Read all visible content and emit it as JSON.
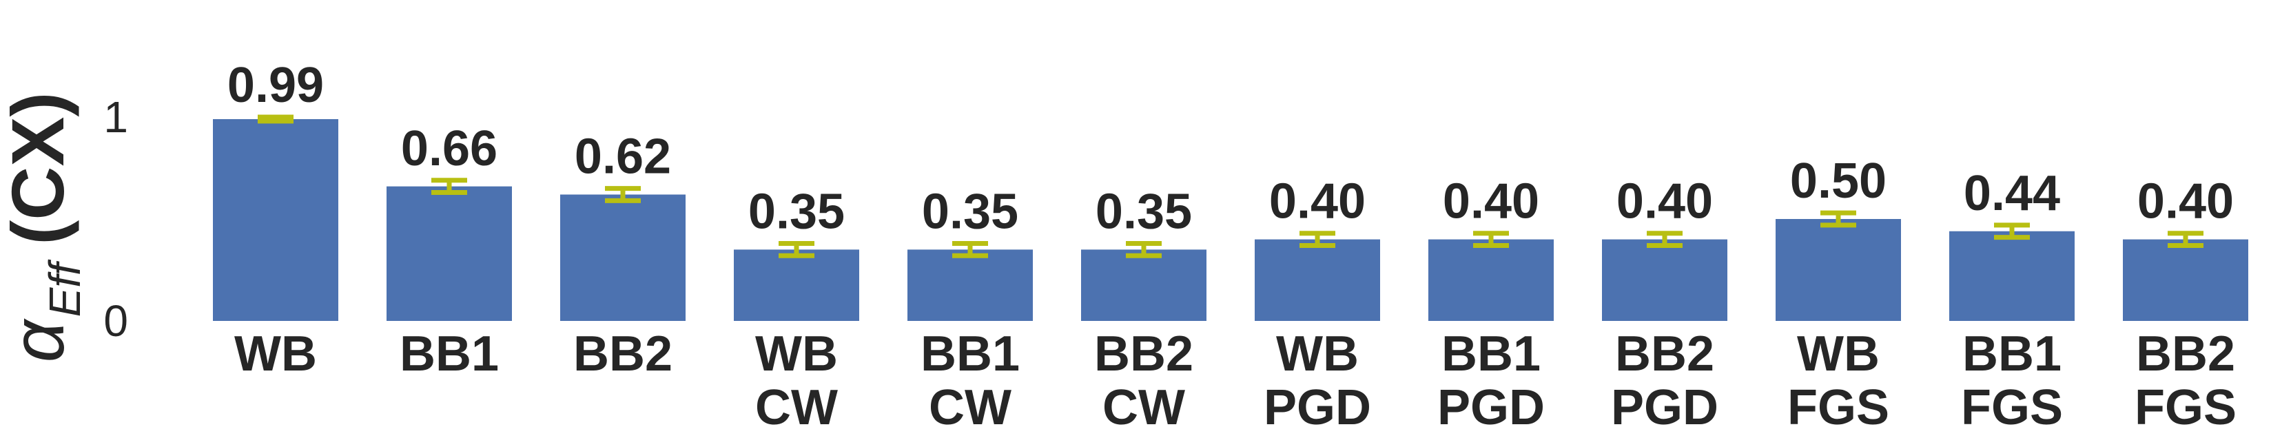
{
  "chart_data": {
    "type": "bar",
    "categories": [
      [
        "WB"
      ],
      [
        "BB1"
      ],
      [
        "BB2"
      ],
      [
        "WB",
        "CW"
      ],
      [
        "BB1",
        "CW"
      ],
      [
        "BB2",
        "CW"
      ],
      [
        "WB",
        "PGD"
      ],
      [
        "BB1",
        "PGD"
      ],
      [
        "BB2",
        "PGD"
      ],
      [
        "WB",
        "FGS"
      ],
      [
        "BB1",
        "FGS"
      ],
      [
        "BB2",
        "FGS"
      ]
    ],
    "values": [
      0.99,
      0.66,
      0.62,
      0.35,
      0.35,
      0.35,
      0.4,
      0.4,
      0.4,
      0.5,
      0.44,
      0.4
    ],
    "value_labels": [
      "0.99",
      "0.66",
      "0.62",
      "0.35",
      "0.35",
      "0.35",
      "0.40",
      "0.40",
      "0.40",
      "0.50",
      "0.44",
      "0.40"
    ],
    "error": [
      0.01,
      0.03,
      0.03,
      0.03,
      0.03,
      0.03,
      0.03,
      0.03,
      0.03,
      0.03,
      0.03,
      0.03
    ],
    "ylabel": {
      "symbol": "α",
      "subscript": "Eff",
      "suffix": "(CX)"
    },
    "ylim": [
      0,
      1.2
    ],
    "yticks": [
      0,
      1
    ],
    "grid": false,
    "colors": {
      "bar": "#4c72b0",
      "error": "#b8bf12",
      "text": "#262626"
    }
  }
}
